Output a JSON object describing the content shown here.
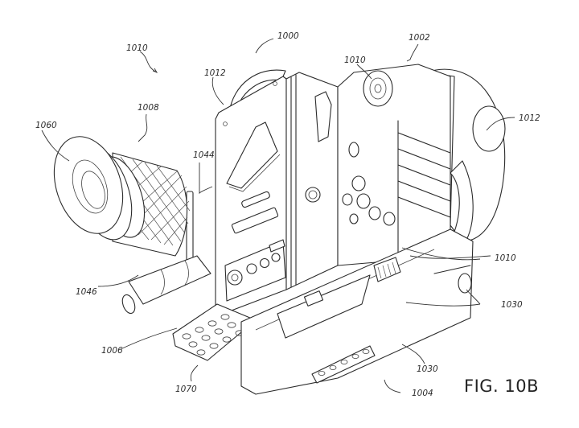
{
  "figure": {
    "title": "FIG. 10B",
    "description": "Patent line drawing of modular camera assembly with viewfinder, body, handle and base"
  },
  "labels": {
    "l1000": "1000",
    "l1002": "1002",
    "l1004": "1004",
    "l1006": "1006",
    "l1008": "1008",
    "l1010_top": "1010",
    "l1010_handle": "1010",
    "l1010_right": "1010",
    "l1012_left": "1012",
    "l1012_right": "1012",
    "l1030_right": "1030",
    "l1030_bottom": "1030",
    "l1044": "1044",
    "l1046": "1046",
    "l1060": "1060",
    "l1070": "1070"
  },
  "colors": {
    "line": "#2b2b2b",
    "background": "#ffffff"
  }
}
